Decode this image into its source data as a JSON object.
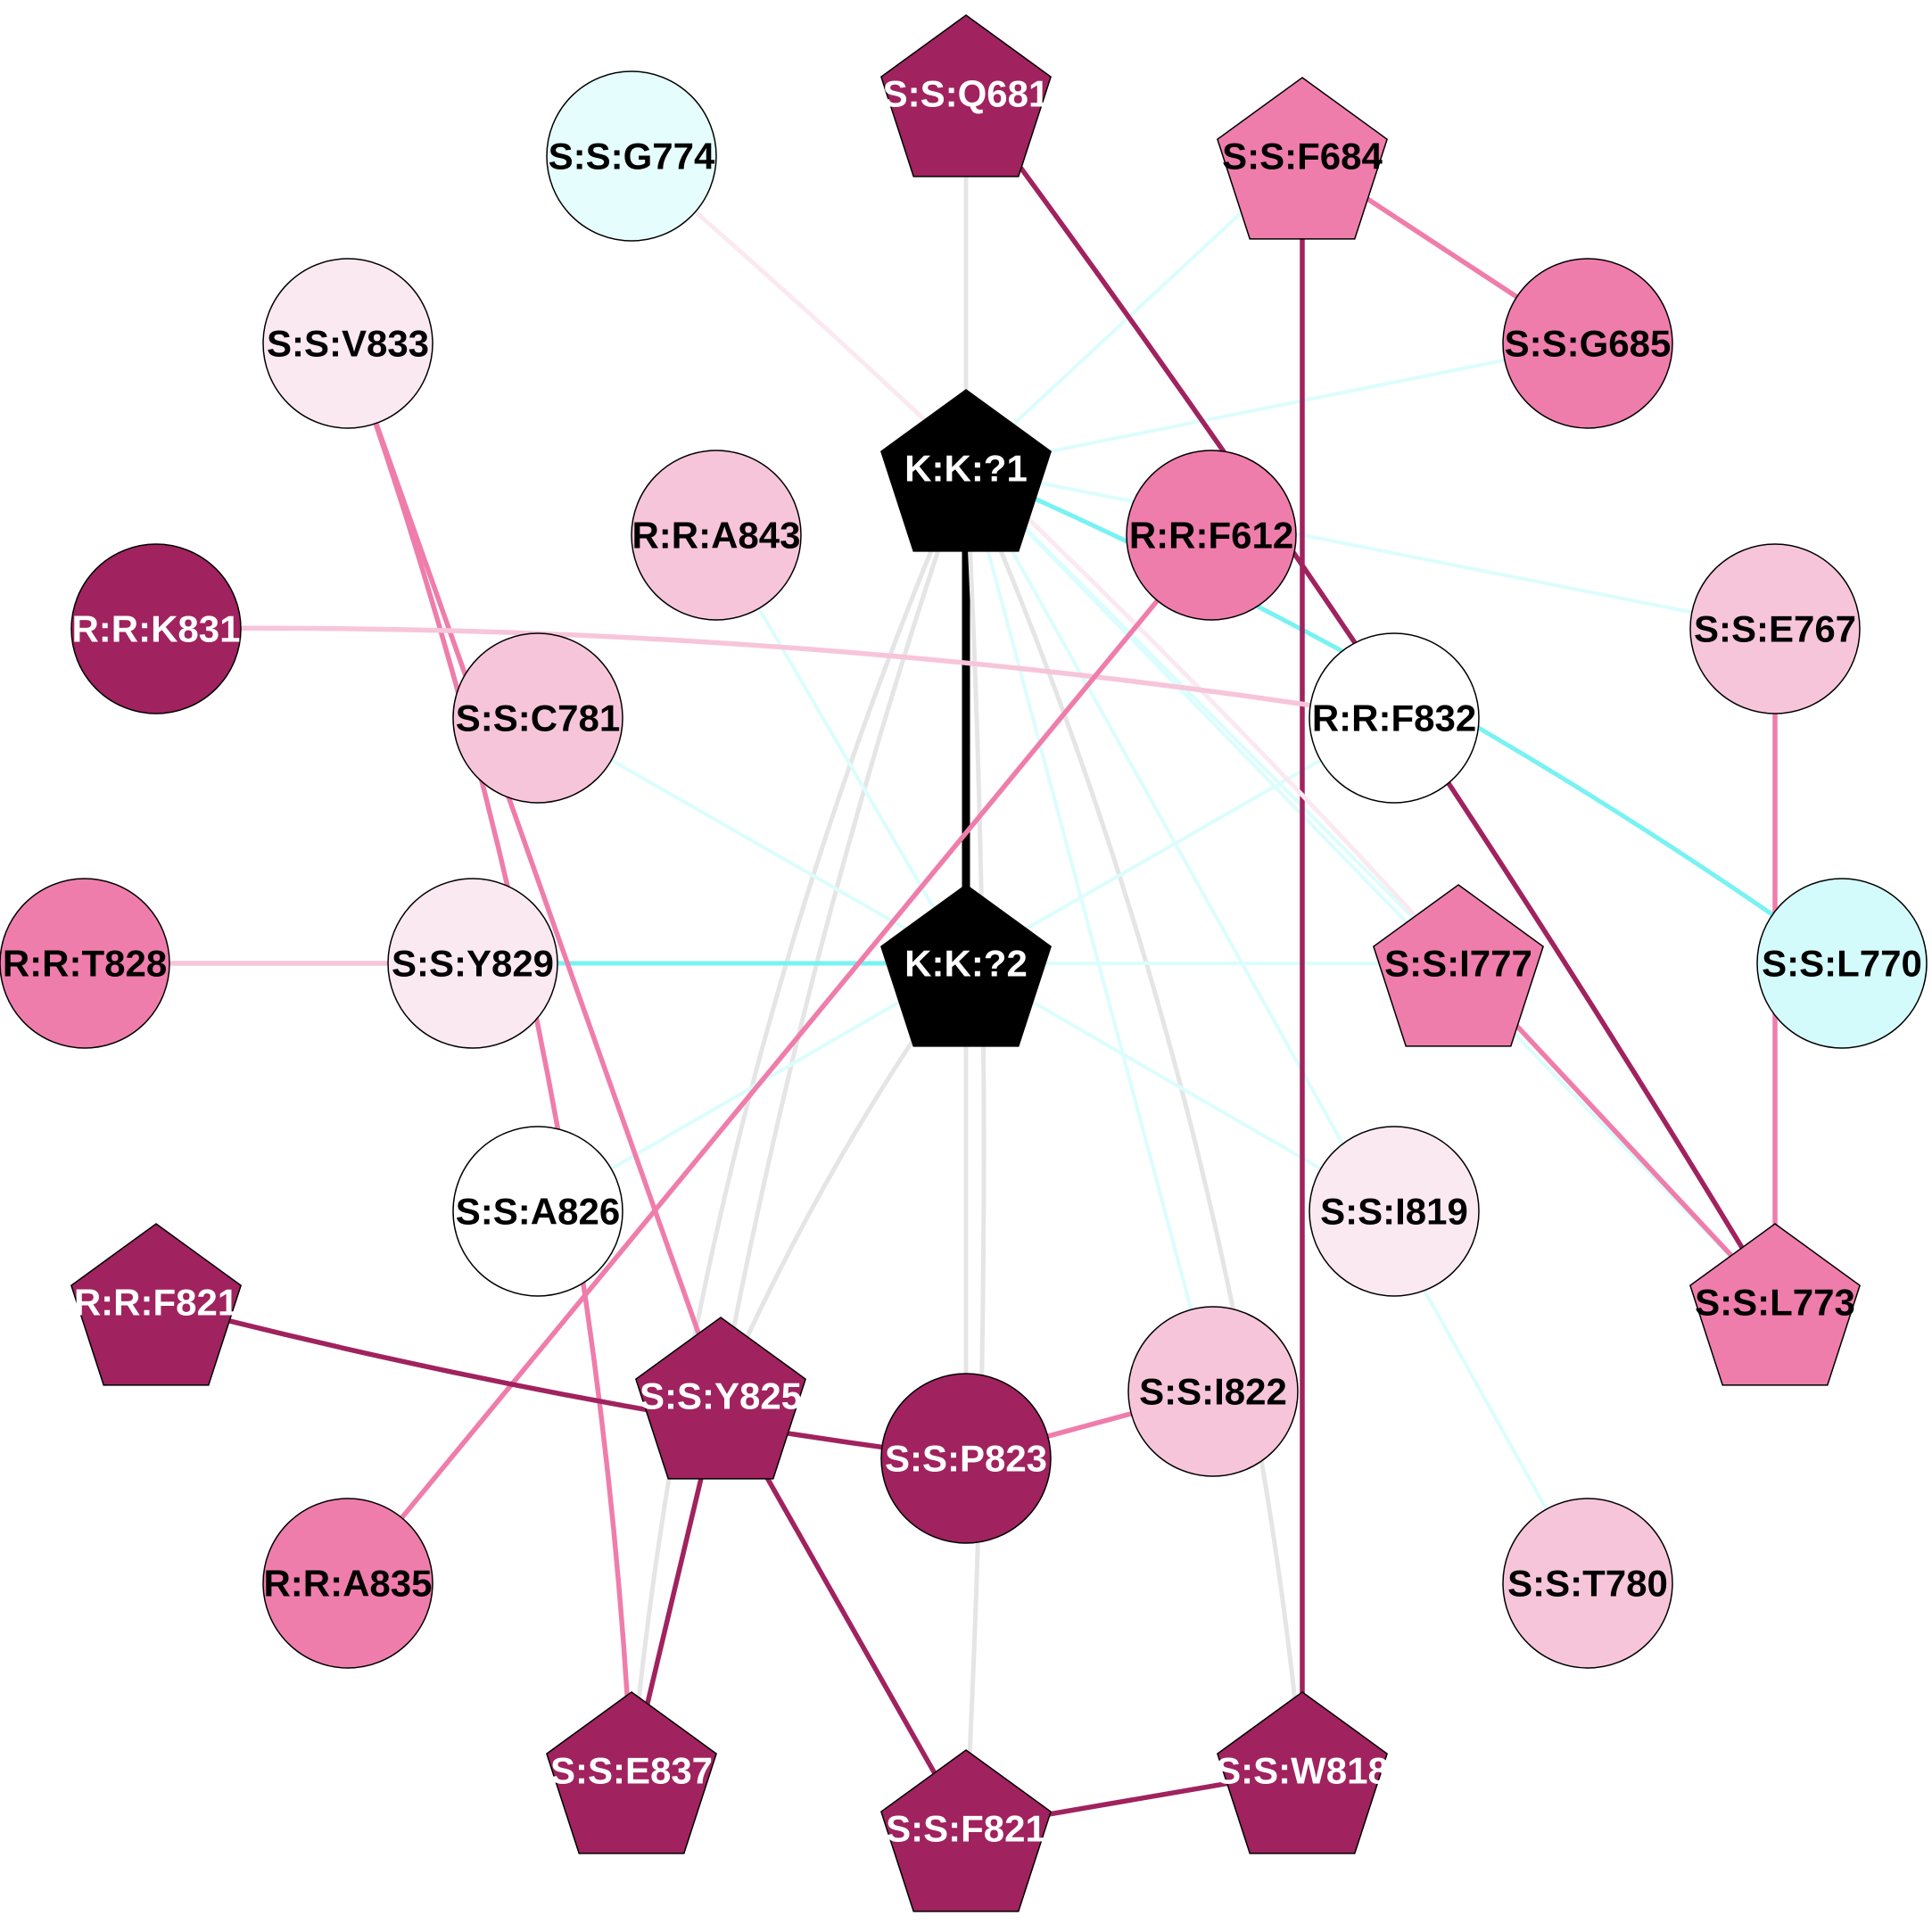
{
  "colors": {
    "dark": "#a0225e",
    "mid": "#ef7dab",
    "light": "#f7c5da",
    "pale": "#fbe9f1",
    "white": "#ffffff",
    "cyan_pale": "#e6fdfd",
    "cyan": "#d4fbfb",
    "black": "#000000",
    "edge_gray": "#e5e5e5",
    "edge_cyan": "#78f2f2",
    "edge_cyan_light": "#dcfdfd"
  },
  "nodes": [
    {
      "id": "Q681",
      "label": "S:S:Q681",
      "shape": "pentagon",
      "fill": "dark",
      "text": "#ffffff"
    },
    {
      "id": "F684",
      "label": "S:S:F684",
      "shape": "pentagon",
      "fill": "mid",
      "text": "#000000"
    },
    {
      "id": "G774",
      "label": "S:S:G774",
      "shape": "circle",
      "fill": "cyan_pale",
      "text": "#000000"
    },
    {
      "id": "V833",
      "label": "S:S:V833",
      "shape": "circle",
      "fill": "pale",
      "text": "#000000"
    },
    {
      "id": "G685",
      "label": "S:S:G685",
      "shape": "circle",
      "fill": "mid",
      "text": "#000000"
    },
    {
      "id": "K1",
      "label": "K:K:?1",
      "shape": "pentagon",
      "fill": "black",
      "text": "#ffffff"
    },
    {
      "id": "A843",
      "label": "R:R:A843",
      "shape": "circle",
      "fill": "light",
      "text": "#000000"
    },
    {
      "id": "F612",
      "label": "R:R:F612",
      "shape": "circle",
      "fill": "mid",
      "text": "#000000"
    },
    {
      "id": "K831",
      "label": "R:R:K831",
      "shape": "circle",
      "fill": "dark",
      "text": "#ffffff"
    },
    {
      "id": "E767",
      "label": "S:S:E767",
      "shape": "circle",
      "fill": "light",
      "text": "#000000"
    },
    {
      "id": "C781",
      "label": "S:S:C781",
      "shape": "circle",
      "fill": "light",
      "text": "#000000"
    },
    {
      "id": "F832",
      "label": "R:R:F832",
      "shape": "circle",
      "fill": "white",
      "text": "#000000"
    },
    {
      "id": "T828",
      "label": "R:R:T828",
      "shape": "circle",
      "fill": "mid",
      "text": "#000000"
    },
    {
      "id": "Y829",
      "label": "S:S:Y829",
      "shape": "circle",
      "fill": "pale",
      "text": "#000000"
    },
    {
      "id": "K2",
      "label": "K:K:?2",
      "shape": "pentagon",
      "fill": "black",
      "text": "#ffffff"
    },
    {
      "id": "I777",
      "label": "S:S:I777",
      "shape": "pentagon",
      "fill": "mid",
      "text": "#000000"
    },
    {
      "id": "L770",
      "label": "S:S:L770",
      "shape": "circle",
      "fill": "cyan",
      "text": "#000000"
    },
    {
      "id": "A826",
      "label": "S:S:A826",
      "shape": "circle",
      "fill": "white",
      "text": "#000000"
    },
    {
      "id": "I819",
      "label": "S:S:I819",
      "shape": "circle",
      "fill": "pale",
      "text": "#000000"
    },
    {
      "id": "RF821",
      "label": "R:R:F821",
      "shape": "pentagon",
      "fill": "dark",
      "text": "#ffffff"
    },
    {
      "id": "L773",
      "label": "S:S:L773",
      "shape": "pentagon",
      "fill": "mid",
      "text": "#000000"
    },
    {
      "id": "Y825",
      "label": "S:S:Y825",
      "shape": "pentagon",
      "fill": "dark",
      "text": "#ffffff"
    },
    {
      "id": "I822",
      "label": "S:S:I822",
      "shape": "circle",
      "fill": "light",
      "text": "#000000"
    },
    {
      "id": "P823",
      "label": "S:S:P823",
      "shape": "circle",
      "fill": "dark",
      "text": "#ffffff"
    },
    {
      "id": "A835",
      "label": "R:R:A835",
      "shape": "circle",
      "fill": "mid",
      "text": "#000000"
    },
    {
      "id": "T780",
      "label": "S:S:T780",
      "shape": "circle",
      "fill": "light",
      "text": "#000000"
    },
    {
      "id": "E837",
      "label": "S:S:E837",
      "shape": "pentagon",
      "fill": "dark",
      "text": "#ffffff"
    },
    {
      "id": "W818",
      "label": "S:S:W818",
      "shape": "pentagon",
      "fill": "dark",
      "text": "#ffffff"
    },
    {
      "id": "SF821",
      "label": "S:S:F821",
      "shape": "pentagon",
      "fill": "dark",
      "text": "#ffffff"
    }
  ],
  "edges": [
    {
      "source": "K1",
      "target": "K2",
      "color": "black",
      "style": "heavy"
    },
    {
      "source": "K1",
      "target": "Q681",
      "color": "edge_gray",
      "style": "thin"
    },
    {
      "source": "K2",
      "target": "P823",
      "color": "edge_gray",
      "style": "thin"
    },
    {
      "source": "K2",
      "target": "Y825",
      "color": "edge_gray",
      "style": "thin"
    },
    {
      "source": "K1",
      "target": "E837",
      "color": "edge_gray",
      "style": "thin"
    },
    {
      "source": "K1",
      "target": "SF821",
      "color": "edge_gray",
      "style": "thin"
    },
    {
      "source": "K1",
      "target": "W818",
      "color": "edge_gray",
      "style": "thin"
    },
    {
      "source": "K1",
      "target": "Y825",
      "color": "edge_gray",
      "style": "thin"
    },
    {
      "source": "K1",
      "target": "L770",
      "color": "edge_cyan",
      "style": "thin"
    },
    {
      "source": "K1",
      "target": "F684",
      "color": "edge_cyan_light",
      "style": "faint"
    },
    {
      "source": "K1",
      "target": "G685",
      "color": "edge_cyan_light",
      "style": "faint"
    },
    {
      "source": "K1",
      "target": "E767",
      "color": "edge_cyan_light",
      "style": "faint"
    },
    {
      "source": "K1",
      "target": "L773",
      "color": "edge_cyan_light",
      "style": "faint"
    },
    {
      "source": "K1",
      "target": "T780",
      "color": "edge_cyan_light",
      "style": "faint"
    },
    {
      "source": "K1",
      "target": "I822",
      "color": "edge_cyan_light",
      "style": "faint"
    },
    {
      "source": "K1",
      "target": "I777",
      "color": "edge_cyan_light",
      "style": "faint"
    },
    {
      "source": "K2",
      "target": "A843",
      "color": "edge_cyan_light",
      "style": "faint"
    },
    {
      "source": "K2",
      "target": "C781",
      "color": "edge_cyan_light",
      "style": "faint"
    },
    {
      "source": "K2",
      "target": "Y829",
      "color": "edge_cyan",
      "style": "thin"
    },
    {
      "source": "K2",
      "target": "A826",
      "color": "edge_cyan_light",
      "style": "faint"
    },
    {
      "source": "K2",
      "target": "F832",
      "color": "edge_cyan_light",
      "style": "faint"
    },
    {
      "source": "K2",
      "target": "I777",
      "color": "edge_cyan_light",
      "style": "faint"
    },
    {
      "source": "K2",
      "target": "I819",
      "color": "edge_cyan_light",
      "style": "faint"
    },
    {
      "source": "Q681",
      "target": "L773",
      "color": "dark",
      "style": "bold"
    },
    {
      "source": "F684",
      "target": "W818",
      "color": "dark",
      "style": "bold"
    },
    {
      "source": "F684",
      "target": "G685",
      "color": "mid",
      "style": "bold"
    },
    {
      "source": "G774",
      "target": "I777",
      "color": "pale",
      "style": "thin"
    },
    {
      "source": "V833",
      "target": "Y825",
      "color": "mid",
      "style": "bold"
    },
    {
      "source": "V833",
      "target": "E837",
      "color": "mid",
      "style": "bold"
    },
    {
      "source": "K831",
      "target": "F832",
      "color": "light",
      "style": "bold"
    },
    {
      "source": "F612",
      "target": "A835",
      "color": "mid",
      "style": "bold"
    },
    {
      "source": "E767",
      "target": "L773",
      "color": "mid",
      "style": "bold"
    },
    {
      "source": "T828",
      "target": "Y829",
      "color": "light",
      "style": "bold"
    },
    {
      "source": "I777",
      "target": "L773",
      "color": "mid",
      "style": "bold"
    },
    {
      "source": "RF821",
      "target": "P823",
      "color": "dark",
      "style": "bold"
    },
    {
      "source": "Y825",
      "target": "E837",
      "color": "dark",
      "style": "bold"
    },
    {
      "source": "Y825",
      "target": "SF821",
      "color": "dark",
      "style": "bold"
    },
    {
      "source": "P823",
      "target": "I822",
      "color": "mid",
      "style": "bold"
    },
    {
      "source": "SF821",
      "target": "W818",
      "color": "dark",
      "style": "bold"
    }
  ]
}
